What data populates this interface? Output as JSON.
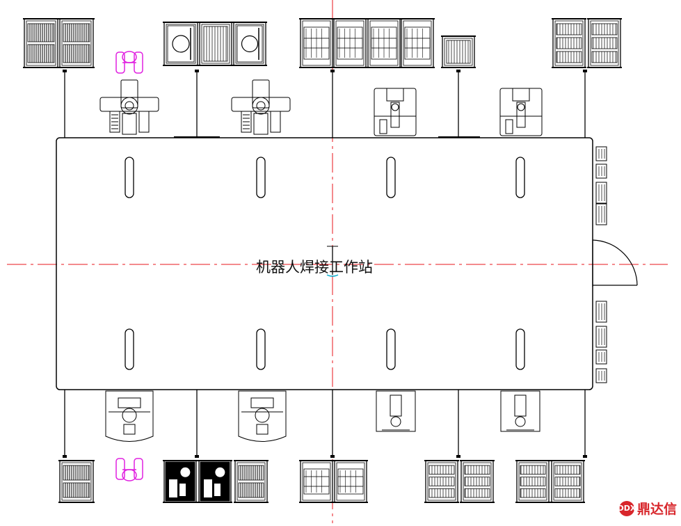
{
  "diagram": {
    "title": "机器人焊接工作站",
    "colors": {
      "line": "#000000",
      "centerline": "#e8141b",
      "operator": "#e020e0",
      "accent": "#00aacc"
    },
    "side_cabinet_labels": [
      "",
      "",
      "",
      "",
      "",
      "",
      "",
      ""
    ]
  },
  "watermark": {
    "logo_text": "鼎达信",
    "logo_mark": "DDX"
  }
}
